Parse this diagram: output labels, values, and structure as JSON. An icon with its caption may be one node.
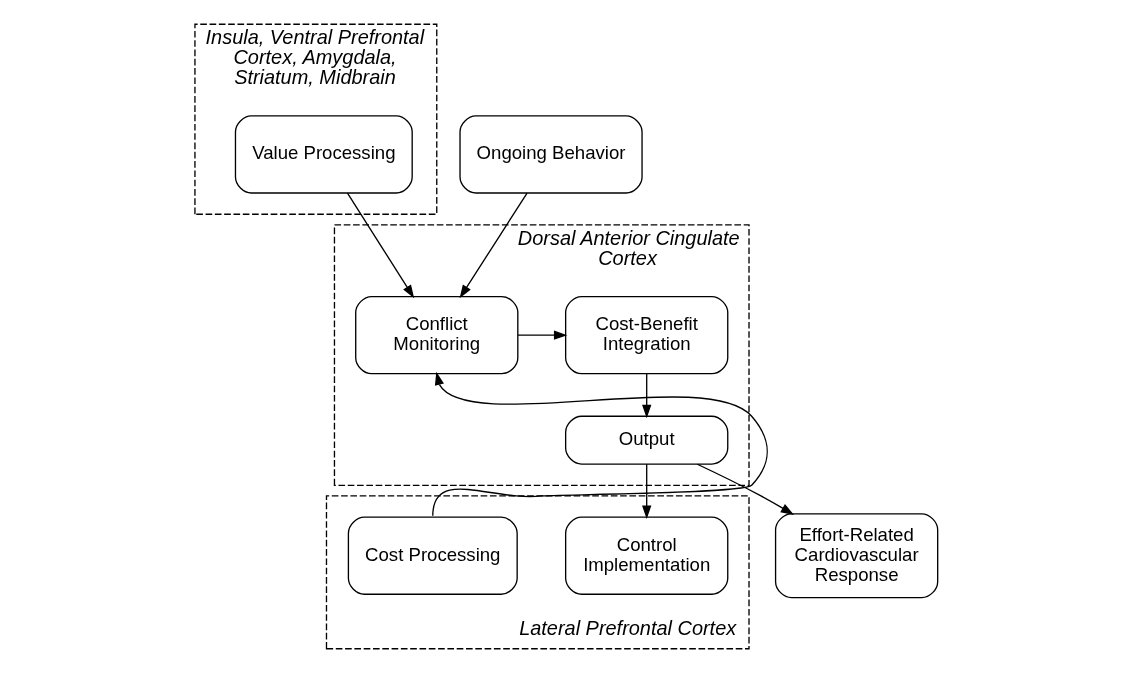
{
  "diagram": {
    "nodes": [
      {
        "text": [
          "Insula, Ventral Prefrontal Cortex, Amygdala, Striatum, Midbrain"
        ]
      },
      {
        "text": [
          "Value Processing"
        ],
        "in": 0
      },
      {
        "text": [
          "Dorsal Anterior Cingulate Cortex"
        ]
      },
      {
        "text": [
          "Conflict Monitoring"
        ],
        "in": 2
      },
      {
        "text": [
          "Cost-Benefit Integration"
        ],
        "in": 2
      },
      {
        "text": [
          "Output"
        ],
        "in": 2
      },
      {
        "text": [
          "Lateral Prefrontal Cortex"
        ]
      },
      {
        "text": [
          "Cost Processing"
        ],
        "in": 6
      },
      {
        "text": [
          "Control Implementation"
        ],
        "in": 6
      },
      {
        "text": [
          "Ongoing Behavior"
        ]
      },
      {
        "text": [
          "Effort-Related Cardiovascular Response"
        ]
      }
    ],
    "edges": [
      {
        "from": 1,
        "to": 3,
        "arrow": "to"
      },
      {
        "from": 9,
        "to": 3,
        "arrow": "to"
      },
      {
        "from": 7,
        "to": 3,
        "arrow": "to"
      },
      {
        "from": 3,
        "to": 4,
        "arrow": "to"
      },
      {
        "from": 4,
        "to": 5,
        "arrow": "to"
      },
      {
        "from": 5,
        "to": 10,
        "arrow": "to"
      },
      {
        "from": 5,
        "to": 8,
        "arrow": "to"
      }
    ]
  }
}
